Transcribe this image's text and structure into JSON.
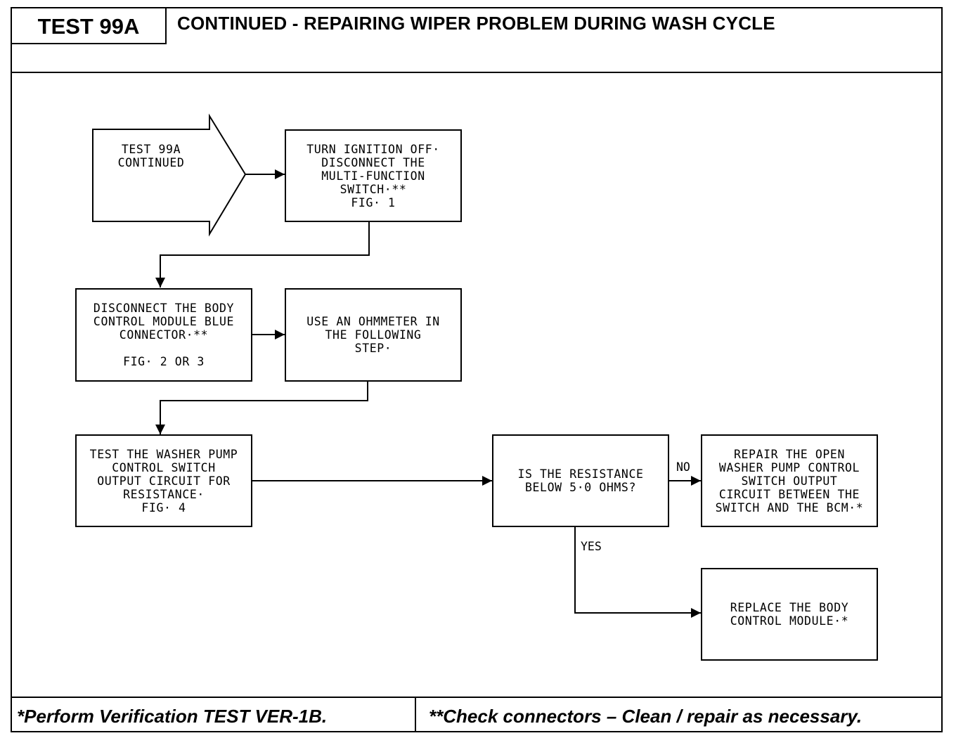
{
  "header": {
    "test_label": "TEST 99A",
    "title": "CONTINUED - REPAIRING WIPER PROBLEM DURING WASH CYCLE"
  },
  "nodes": {
    "start": "TEST 99A\nCONTINUED",
    "turn_ignition_off": "TURN IGNITION OFF·\nDISCONNECT THE\nMULTI-FUNCTION\nSWITCH·**\nFIG· 1",
    "disconnect_bcm": "DISCONNECT THE BODY\nCONTROL MODULE BLUE\nCONNECTOR·**\n\nFIG· 2 OR 3",
    "use_ohmmeter": "USE AN OHMMETER IN\nTHE FOLLOWING\nSTEP·",
    "test_washer_pump": "TEST THE WASHER PUMP\nCONTROL SWITCH\nOUTPUT CIRCUIT FOR\nRESISTANCE·\nFIG· 4",
    "is_resistance_below": "IS THE RESISTANCE\nBELOW 5·0 OHMS?",
    "repair_open_circuit": "REPAIR THE OPEN\nWASHER PUMP CONTROL\nSWITCH OUTPUT\nCIRCUIT BETWEEN THE\nSWITCH AND THE BCM·*",
    "replace_bcm": "REPLACE THE BODY\nCONTROL MODULE·*"
  },
  "edge_labels": {
    "no": "NO",
    "yes": "YES"
  },
  "footer": {
    "left": "*Perform Verification TEST VER-1B.",
    "right": "**Check connectors – Clean / repair as necessary."
  }
}
